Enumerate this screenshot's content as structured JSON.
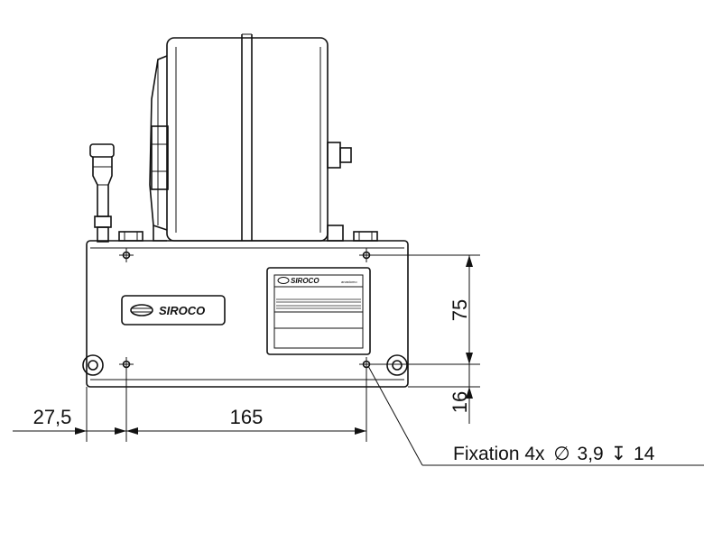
{
  "dimensions": {
    "offset_left": "27,5",
    "hole_spacing": "165",
    "height_holes": "75",
    "height_bottom": "16"
  },
  "note": {
    "prefix": "Fixation 4x",
    "diameter_symbol": "∅",
    "diameter": "3,9",
    "depth_symbol": "↧",
    "depth": "14"
  },
  "brand": {
    "name": "SIROCO",
    "plate_name": "SIROCO",
    "plate_tag": "anastomo"
  }
}
